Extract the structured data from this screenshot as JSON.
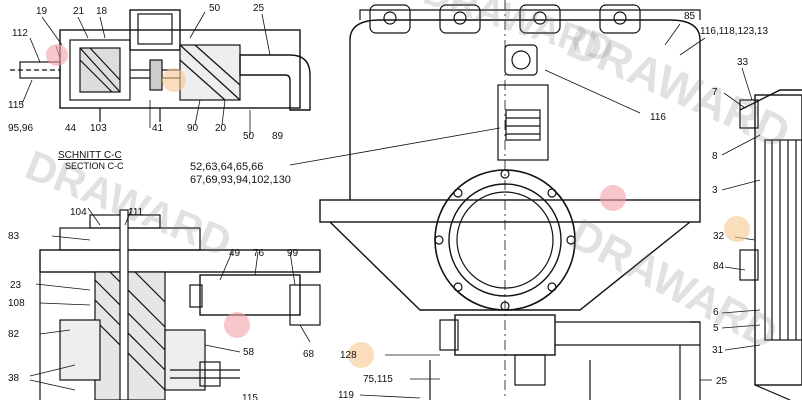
{
  "labels": {
    "l19": "19",
    "l21": "21",
    "l18": "18",
    "l50a": "50",
    "l25a": "25",
    "l112": "112",
    "l115": "115",
    "l9596": "95,96",
    "l44": "44",
    "l103": "103",
    "l41": "41",
    "l90": "90",
    "l20": "20",
    "l50b": "50",
    "l89": "89",
    "schnitt": "SCHNITT C-C",
    "section": "SECTION C-C",
    "ref1": "52,63,64,65,66",
    "ref2": "67,69,93,94,102,130",
    "l104": "104",
    "l111": "111",
    "l83": "83",
    "l49": "49",
    "l76": "76",
    "l99": "99",
    "l23": "23",
    "l108": "108",
    "l82": "82",
    "l58": "58",
    "l68": "68",
    "l38": "38",
    "l115b": "115",
    "l85": "85",
    "l116list": "116,118,123,13",
    "l33": "33",
    "l7": "7",
    "l116": "116",
    "l8": "8",
    "l3": "3",
    "l32": "32",
    "l84": "84",
    "l6": "6",
    "l5": "5",
    "l31": "31",
    "l128": "128",
    "l75115": "75,115",
    "l119": "119",
    "l25b": "25"
  },
  "watermark": {
    "text": "DRAWARD"
  },
  "colors": {
    "line": "#111111",
    "hot_red": "#f0a0a8",
    "hot_orange": "#f6c890",
    "bg": "#ffffff"
  }
}
